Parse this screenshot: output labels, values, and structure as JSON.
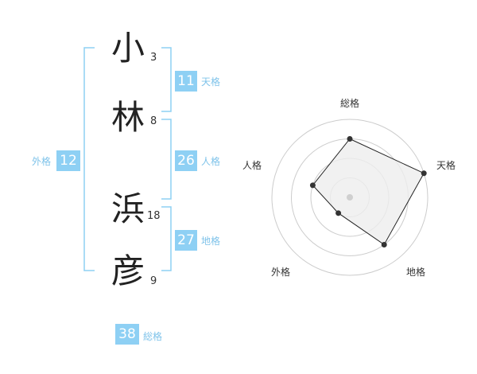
{
  "name": {
    "chars": [
      {
        "char": "小",
        "strokes": "3"
      },
      {
        "char": "林",
        "strokes": "8"
      },
      {
        "char": "浜",
        "strokes": "18"
      },
      {
        "char": "彦",
        "strokes": "9"
      }
    ]
  },
  "fortunes": {
    "tenkaku": {
      "label": "天格",
      "value": "11"
    },
    "jinkaku": {
      "label": "人格",
      "value": "26"
    },
    "chikaku": {
      "label": "地格",
      "value": "27"
    },
    "gaikaku": {
      "label": "外格",
      "value": "12"
    },
    "soukaku": {
      "label": "総格",
      "value": "38"
    }
  },
  "radar": {
    "axes": [
      "総格",
      "天格",
      "地格",
      "外格",
      "人格"
    ],
    "levels": 4,
    "values": [
      3,
      4,
      3,
      1,
      2
    ],
    "max": 4,
    "line_color": "#222222",
    "fill_color": "#eeeeee",
    "ring_color": "#cccccc",
    "point_color": "#333333",
    "center_color": "#cfcfcf"
  },
  "colors": {
    "accent": "#8ed0f4",
    "accent_text": "#7fc3ea",
    "bracket": "#8ed0f4"
  }
}
